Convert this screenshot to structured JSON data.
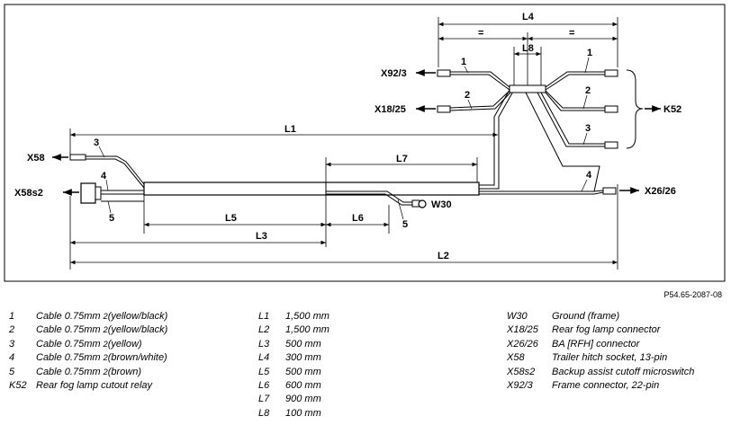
{
  "diagram": {
    "labels": {
      "L1": "L1",
      "L2": "L2",
      "L3": "L3",
      "L4": "L4",
      "L5": "L5",
      "L6": "L6",
      "L7": "L7",
      "L8": "L8",
      "eq": "="
    },
    "connectors": {
      "X92_3": "X92/3",
      "X18_25": "X18/25",
      "X58": "X58",
      "X58s2": "X58s2",
      "X26_26": "X26/26",
      "K52": "K52",
      "W30": "W30"
    },
    "cable_numbers": {
      "n1": "1",
      "n2": "2",
      "n3": "3",
      "n4": "4",
      "n5": "5"
    }
  },
  "reference": "P54.65-2087-08",
  "legend_cables": [
    {
      "key": "1",
      "text": "Cable 0.75mm",
      "sup": "2",
      "color": " (yellow/black)"
    },
    {
      "key": "2",
      "text": "Cable 0.75mm",
      "sup": "2",
      "color": " (yellow/black)"
    },
    {
      "key": "3",
      "text": "Cable 0.75mm",
      "sup": "2",
      "color": " (yellow)"
    },
    {
      "key": "4",
      "text": "Cable 0.75mm",
      "sup": "2",
      "color": " (brown/white)"
    },
    {
      "key": "5",
      "text": "Cable 0.75mm",
      "sup": "2",
      "color": " (brown)"
    },
    {
      "key": "K52",
      "text": "Rear fog lamp cutout relay",
      "sup": "",
      "color": ""
    }
  ],
  "legend_lengths": [
    {
      "key": "L1",
      "value": "1,500 mm"
    },
    {
      "key": "L2",
      "value": "1,500 mm"
    },
    {
      "key": "L3",
      "value": "500 mm"
    },
    {
      "key": "L4",
      "value": "300 mm"
    },
    {
      "key": "L5",
      "value": "500 mm"
    },
    {
      "key": "L6",
      "value": "600 mm"
    },
    {
      "key": "L7",
      "value": "900 mm"
    },
    {
      "key": "L8",
      "value": "100 mm"
    }
  ],
  "legend_connectors": [
    {
      "key": "W30",
      "value": "Ground (frame)"
    },
    {
      "key": "X18/25",
      "value": "Rear fog lamp connector"
    },
    {
      "key": "X26/26",
      "value": "BA [RFH] connector"
    },
    {
      "key": "X58",
      "value": "Trailer hitch socket, 13-pin"
    },
    {
      "key": "X58s2",
      "value": "Backup assist cutoff microswitch"
    },
    {
      "key": "X92/3",
      "value": "Frame connector, 22-pin"
    }
  ]
}
